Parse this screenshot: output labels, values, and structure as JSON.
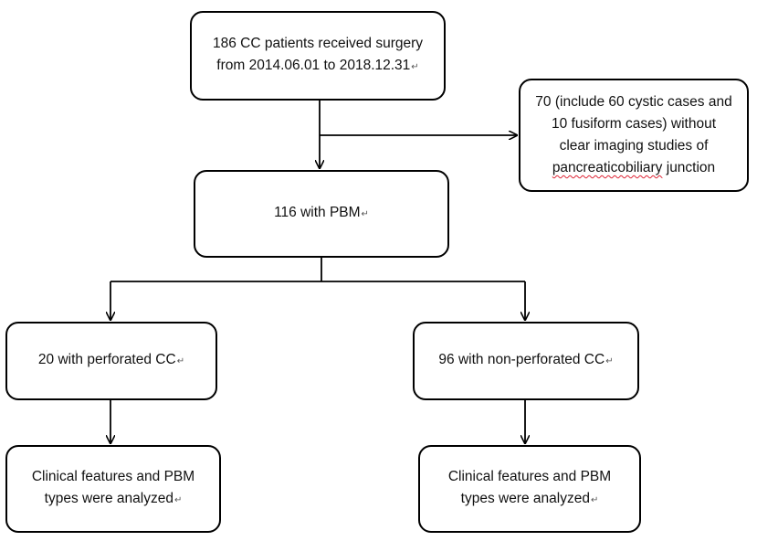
{
  "nodes": {
    "surgery": {
      "lines": [
        "186 CC patients received surgery",
        "from 2014.06.01 to 2018.12.31"
      ],
      "return_mark": "↵"
    },
    "excluded": {
      "lines": [
        "70 (include 60 cystic cases and",
        "10 fusiform cases) without",
        "clear imaging studies of"
      ],
      "last_underlined": "pancreaticobiliary",
      "last_rest": " junction"
    },
    "pbm": {
      "text": "116 with PBM",
      "return_mark": "↵"
    },
    "perforated": {
      "text": "20 with perforated CC",
      "return_mark": "↵"
    },
    "nonperforated": {
      "text": "96 with non-perforated CC",
      "return_mark": "↵"
    },
    "analysis_left": {
      "lines": [
        "Clinical features and PBM",
        "types were analyzed"
      ],
      "return_mark": "↵"
    },
    "analysis_right": {
      "lines": [
        "Clinical features and PBM",
        "types were analyzed"
      ],
      "return_mark": "↵"
    }
  },
  "edges": [
    {
      "from": "surgery",
      "to": "pbm"
    },
    {
      "from": "surgery",
      "to": "excluded"
    },
    {
      "from": "pbm",
      "to": "perforated"
    },
    {
      "from": "pbm",
      "to": "nonperforated"
    },
    {
      "from": "perforated",
      "to": "analysis_left"
    },
    {
      "from": "nonperforated",
      "to": "analysis_right"
    }
  ],
  "style": {
    "stroke": "#000000",
    "box_fill": "#ffffff",
    "squiggle": "#dd2233"
  }
}
